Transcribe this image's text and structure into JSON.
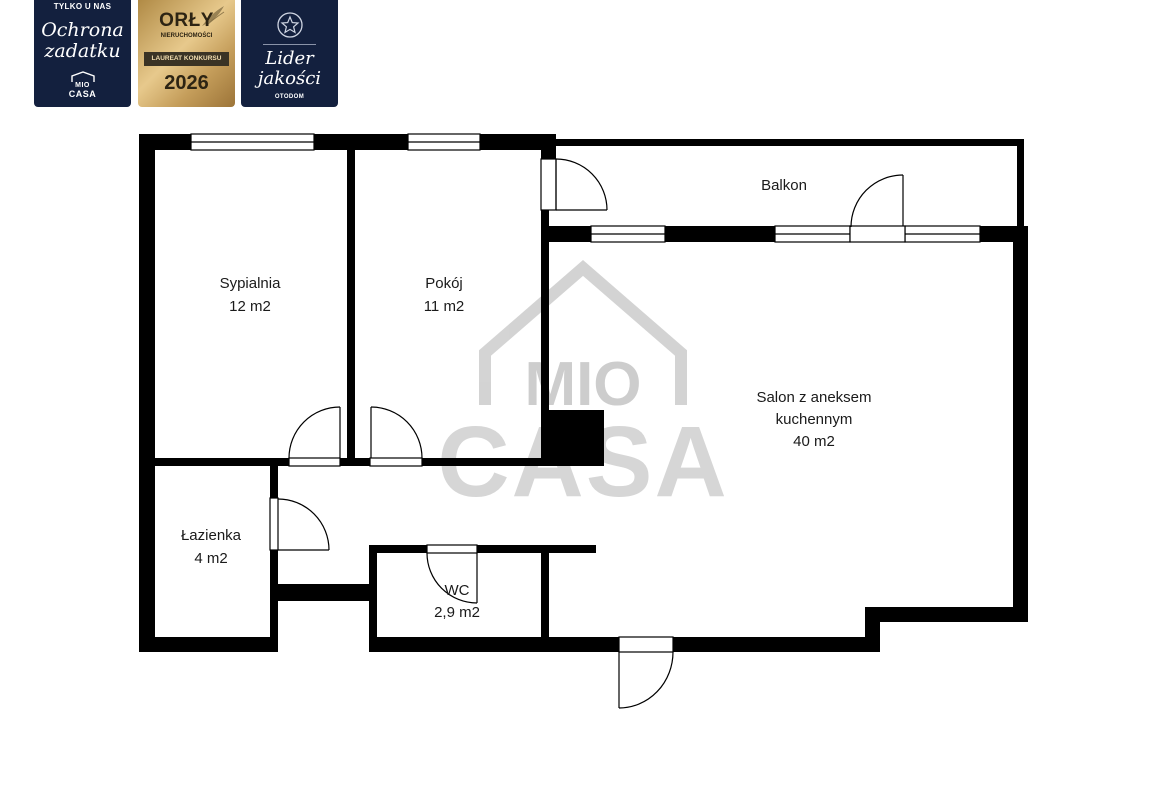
{
  "badges": [
    {
      "top": "TYLKO U NAS",
      "line1": "Ochrona",
      "line2": "zadatku",
      "brand_small": "MIO",
      "brand": "CASA"
    },
    {
      "title": "ORŁY",
      "subtitle": "NIERUCHOMOŚCI",
      "band": "LAUREAT KONKURSU",
      "year": "2026"
    },
    {
      "line1": "Lider",
      "line2": "jakości",
      "brand": "OTODOM"
    }
  ],
  "watermark": {
    "line1": "MIO",
    "line2": "CASA",
    "color": "#c8c8c8"
  },
  "rooms": [
    {
      "name": "Sypialnia",
      "area": "12 m2"
    },
    {
      "name": "Pokój",
      "area": "11 m2"
    },
    {
      "name": "Balkon"
    },
    {
      "name": "Salon z aneksem",
      "name2": "kuchennym",
      "area": "40 m2"
    },
    {
      "name": "Łazienka",
      "area": "4 m2"
    },
    {
      "name": "WC",
      "area": "2,9 m2"
    }
  ],
  "colors": {
    "wall": "#000000",
    "background": "#ffffff",
    "badge_navy": "#13203e",
    "badge_gold": "#d1ad6a"
  }
}
